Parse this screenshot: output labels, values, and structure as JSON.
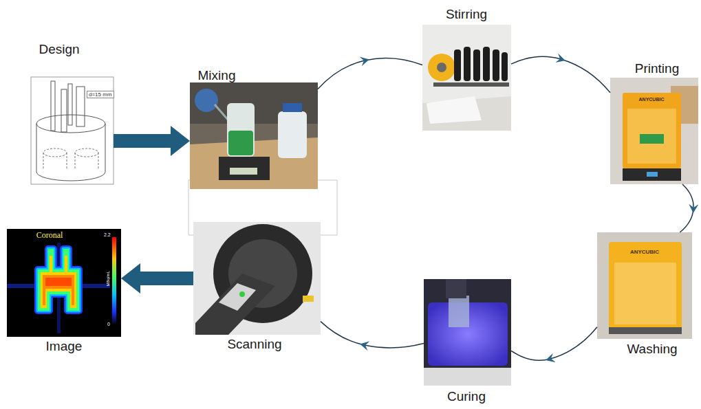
{
  "diagram": {
    "nodes": [
      {
        "text": [
          "Design"
        ]
      },
      {
        "text": [
          "Mixing"
        ]
      },
      {
        "text": [
          "Stirring"
        ]
      },
      {
        "text": [
          "Printing"
        ]
      },
      {
        "text": [
          "Washing"
        ]
      },
      {
        "text": [
          "Curing"
        ]
      },
      {
        "text": [
          "Scanning"
        ]
      },
      {
        "text": [
          "Image"
        ]
      }
    ],
    "edges": [
      {
        "from": 0,
        "to": 1,
        "arrow": "to"
      },
      {
        "from": 1,
        "to": 2,
        "arrow": "to"
      },
      {
        "from": 2,
        "to": 3,
        "arrow": "to"
      },
      {
        "from": 3,
        "to": 4,
        "arrow": "to"
      },
      {
        "from": 4,
        "to": 5,
        "arrow": "to"
      },
      {
        "from": 5,
        "to": 6,
        "arrow": "to"
      },
      {
        "from": 6,
        "to": 7,
        "arrow": "to"
      }
    ],
    "labels": [
      "d=15 mm",
      "ANYCUBIC",
      "ANYCUBIC",
      "Coronal",
      "2.2",
      "MBq/mL",
      "0"
    ]
  }
}
